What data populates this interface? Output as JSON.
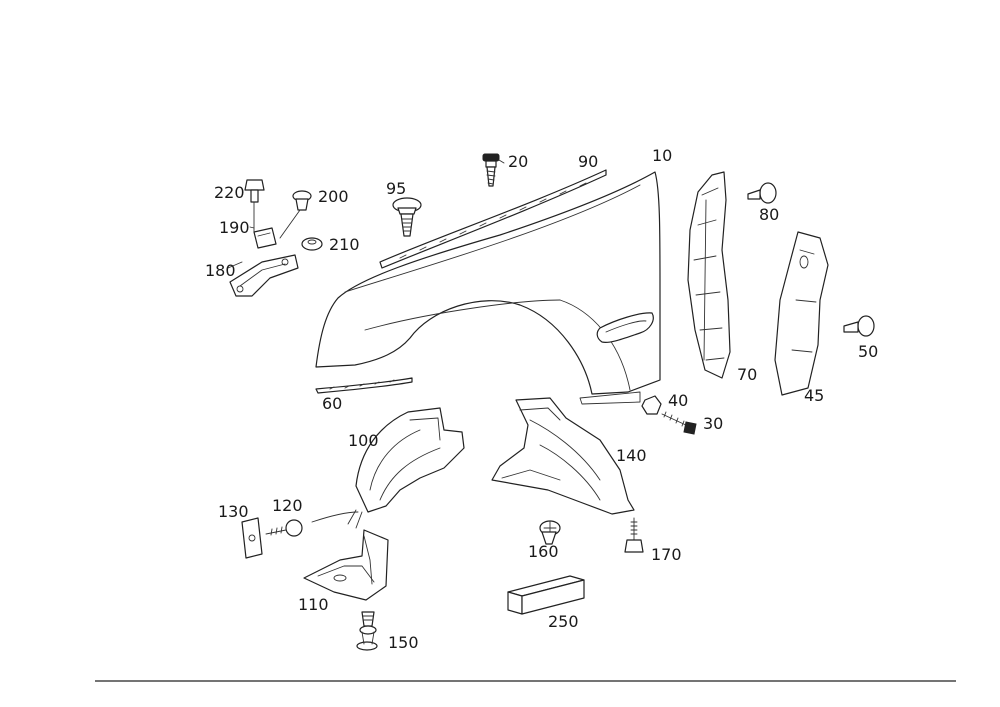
{
  "diagram": {
    "callouts": [
      {
        "id": "c220",
        "text": "220"
      },
      {
        "id": "c200",
        "text": "200"
      },
      {
        "id": "c190",
        "text": "190"
      },
      {
        "id": "c210",
        "text": "210"
      },
      {
        "id": "c180",
        "text": "180"
      },
      {
        "id": "c95",
        "text": "95"
      },
      {
        "id": "c20",
        "text": "20"
      },
      {
        "id": "c90",
        "text": "90"
      },
      {
        "id": "c10",
        "text": "10"
      },
      {
        "id": "c80",
        "text": "80"
      },
      {
        "id": "c70",
        "text": "70"
      },
      {
        "id": "c50",
        "text": "50"
      },
      {
        "id": "c45",
        "text": "45"
      },
      {
        "id": "c60",
        "text": "60"
      },
      {
        "id": "c40",
        "text": "40"
      },
      {
        "id": "c30",
        "text": "30"
      },
      {
        "id": "c100",
        "text": "100"
      },
      {
        "id": "c140",
        "text": "140"
      },
      {
        "id": "c130",
        "text": "130"
      },
      {
        "id": "c120",
        "text": "120"
      },
      {
        "id": "c160",
        "text": "160"
      },
      {
        "id": "c170",
        "text": "170"
      },
      {
        "id": "c110",
        "text": "110"
      },
      {
        "id": "c150",
        "text": "150"
      },
      {
        "id": "c250",
        "text": "250"
      }
    ]
  }
}
